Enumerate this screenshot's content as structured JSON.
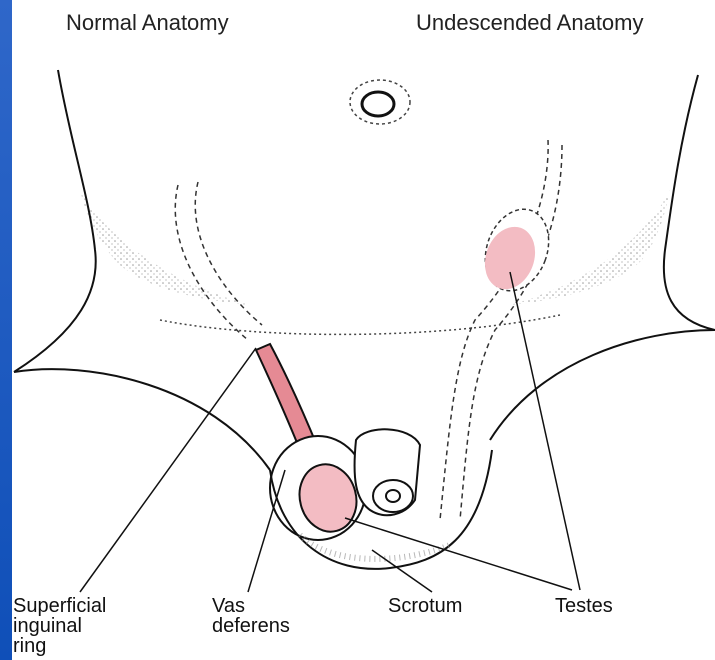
{
  "titles": {
    "left": "Normal Anatomy",
    "right": "Undescended Anatomy"
  },
  "labels": {
    "superficial_ring": [
      "Superficial",
      "inguinal",
      "ring"
    ],
    "vas_deferens": [
      "Vas",
      "deferens"
    ],
    "scrotum": "Scrotum",
    "testes": "Testes"
  },
  "colors": {
    "accent_strip": "#1553c2",
    "testis_fill": "#f3bcc3",
    "vas_fill": "#e58a94",
    "line": "#111111"
  }
}
